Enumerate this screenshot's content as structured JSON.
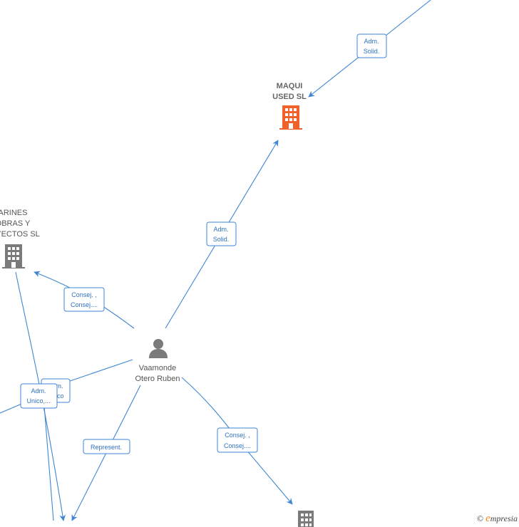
{
  "colors": {
    "edge": "#3f86d4",
    "focus_company": "#f0622a",
    "company": "#7a7a7a",
    "person": "#7a7a7a"
  },
  "nodes": {
    "maqui": {
      "line1": "MAQUI",
      "line2": "USED  SL",
      "icon": "building-icon"
    },
    "arines": {
      "line1": "ARINES",
      "line2": "OBRAS Y",
      "line3": "YECTOS  SL",
      "icon": "building-icon"
    },
    "person": {
      "line1": "Vaamonde",
      "line2": "Otero Ruben",
      "icon": "person-icon"
    },
    "bottom_company": {
      "icon": "building-icon"
    }
  },
  "edge_labels": {
    "top": {
      "line1": "Adm.",
      "line2": "Solid."
    },
    "mid": {
      "line1": "Adm.",
      "line2": "Solid."
    },
    "consej_left": {
      "line1": "Consej. ,",
      "line2": "Consej...."
    },
    "adm_hidden": {
      "line1": "Adm.",
      "line2": "Unico"
    },
    "adm_unico": {
      "line1": "Adm.",
      "line2": "Unico,..."
    },
    "represent": {
      "line1": "Represent."
    },
    "consej_right": {
      "line1": "Consej. ,",
      "line2": "Consej...."
    }
  },
  "brand": {
    "copyright": "©",
    "e": "e",
    "rest": "mpresia"
  }
}
